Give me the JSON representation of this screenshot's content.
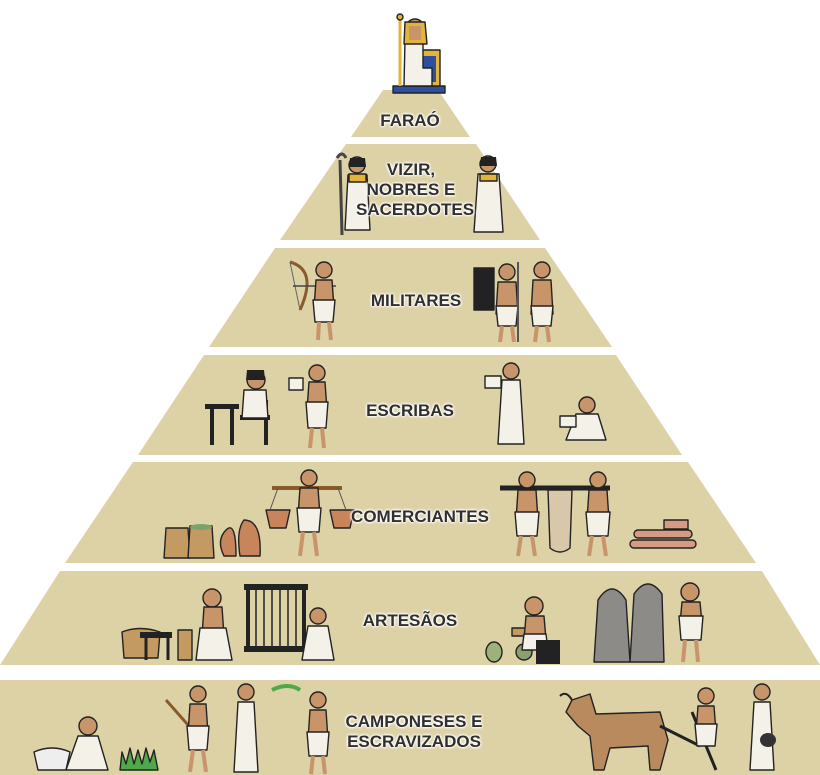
{
  "diagram": {
    "tiers": [
      {
        "id": "farao",
        "label": "FARAÓ"
      },
      {
        "id": "vizir",
        "label_lines": [
          "VIZIR,",
          "NOBRES E",
          "SACERDOTES"
        ]
      },
      {
        "id": "militares",
        "label": "MILITARES"
      },
      {
        "id": "escribas",
        "label": "ESCRIBAS"
      },
      {
        "id": "comerciantes",
        "label": "COMERCIANTES"
      },
      {
        "id": "artesaos",
        "label": "ARTESÃOS"
      },
      {
        "id": "camponeses",
        "label_lines": [
          "CAMPONESES E",
          "ESCRAVIZADOS"
        ]
      }
    ],
    "colors": {
      "tier_fill": "#ddd1a6",
      "label_text": "#2f2f2f",
      "skin": "#c8956a",
      "linen": "#f4f1e8",
      "gold": "#e2b43a",
      "blue": "#2f4f9e"
    }
  }
}
